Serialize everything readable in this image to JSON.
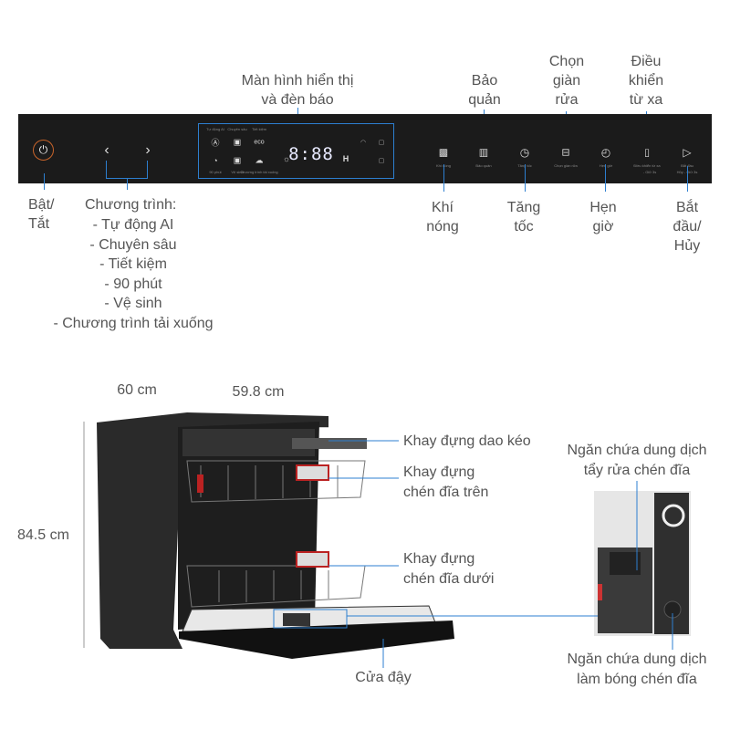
{
  "top_labels": {
    "display": [
      "Màn hình hiển thị",
      "và đèn báo"
    ],
    "storage": [
      "Bảo",
      "quản"
    ],
    "rack_select": [
      "Chọn",
      "giàn",
      "rửa"
    ],
    "remote": [
      "Điều",
      "khiển",
      "từ xa"
    ]
  },
  "bottom_labels": {
    "power": [
      "Bật/",
      "Tắt"
    ],
    "programs_title": "Chương trình:",
    "programs": [
      "- Tự động AI",
      "- Chuyên sâu",
      "- Tiết kiệm",
      "-  90 phút",
      "- Vệ sinh",
      "- Chương trình tải xuống"
    ],
    "hot_air": [
      "Khí",
      "nóng"
    ],
    "speed": [
      "Tăng",
      "tốc"
    ],
    "timer": [
      "Hẹn",
      "giờ"
    ],
    "start": [
      "Bắt",
      "đầu/",
      "Hủy"
    ]
  },
  "panel": {
    "display_digits": "8:88",
    "display_unit": "H",
    "prog_small": [
      "Tự động AI",
      "Chuyên sâu",
      "Tiết kiệm",
      "90 phút",
      "Vệ sinh",
      "Chương trình tải xuống"
    ],
    "button_small": [
      "Khí nóng",
      "Bảo quản",
      "Tăng tốc",
      "Chọn giàn rửa",
      "Hẹn giờ",
      "Điều khiển từ xa",
      "Bắt đầu"
    ],
    "remote_sub": "- Giữ 3s",
    "start_sub": "Hủy - Giữ 3s"
  },
  "dimensions": {
    "depth": "60 cm",
    "width": "59.8 cm",
    "height": "84.5 cm"
  },
  "callouts": {
    "cutlery": "Khay đựng dao kéo",
    "upper": [
      "Khay đựng",
      "chén đĩa trên"
    ],
    "lower": [
      "Khay đựng",
      "chén đĩa dưới"
    ],
    "detergent": [
      "Ngăn chứa dung dịch",
      "tẩy rửa chén đĩa"
    ],
    "rinse": [
      "Ngăn chứa dung dịch",
      "làm bóng chén đĩa"
    ],
    "door": "Cửa đậy"
  },
  "colors": {
    "accent_line": "#2d7fd0",
    "panel": "#1b1b1b",
    "power_ring": "#c8642a"
  }
}
